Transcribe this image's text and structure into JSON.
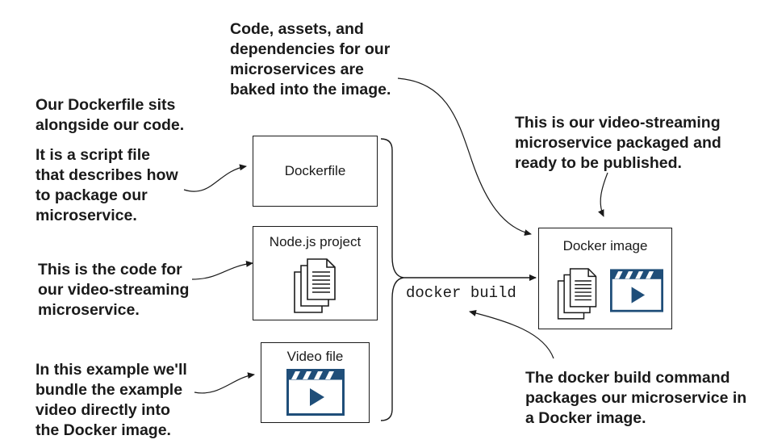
{
  "annotations": {
    "baked_into_image": [
      "Code, assets, and",
      "dependencies for our",
      "microservices are",
      "baked into the image."
    ],
    "dockerfile_location": [
      "Our Dockerfile sits",
      "alongside our code."
    ],
    "dockerfile_script": [
      "It is a script file",
      "that describes how",
      "to package our",
      "microservice."
    ],
    "code_for_service": [
      "This is the code for",
      "our video-streaming",
      "microservice."
    ],
    "bundle_video": [
      "In this example we'll",
      "bundle the example",
      "video directly into",
      "the Docker image."
    ],
    "packaged_service": [
      "This is our video-streaming",
      "microservice packaged and",
      "ready to be published."
    ],
    "build_command_note": [
      "The docker build command",
      "packages our microservice in",
      "a Docker image."
    ]
  },
  "inputs": {
    "dockerfile": "Dockerfile",
    "nodejs_project": "Node.js project",
    "video_file": "Video file"
  },
  "command": "docker build",
  "output": {
    "title": "Docker image"
  },
  "icons": [
    "document-stack-icon",
    "video-file-icon"
  ],
  "colors": {
    "ink": "#1a1a1a",
    "video_icon": "#1f4e79"
  }
}
